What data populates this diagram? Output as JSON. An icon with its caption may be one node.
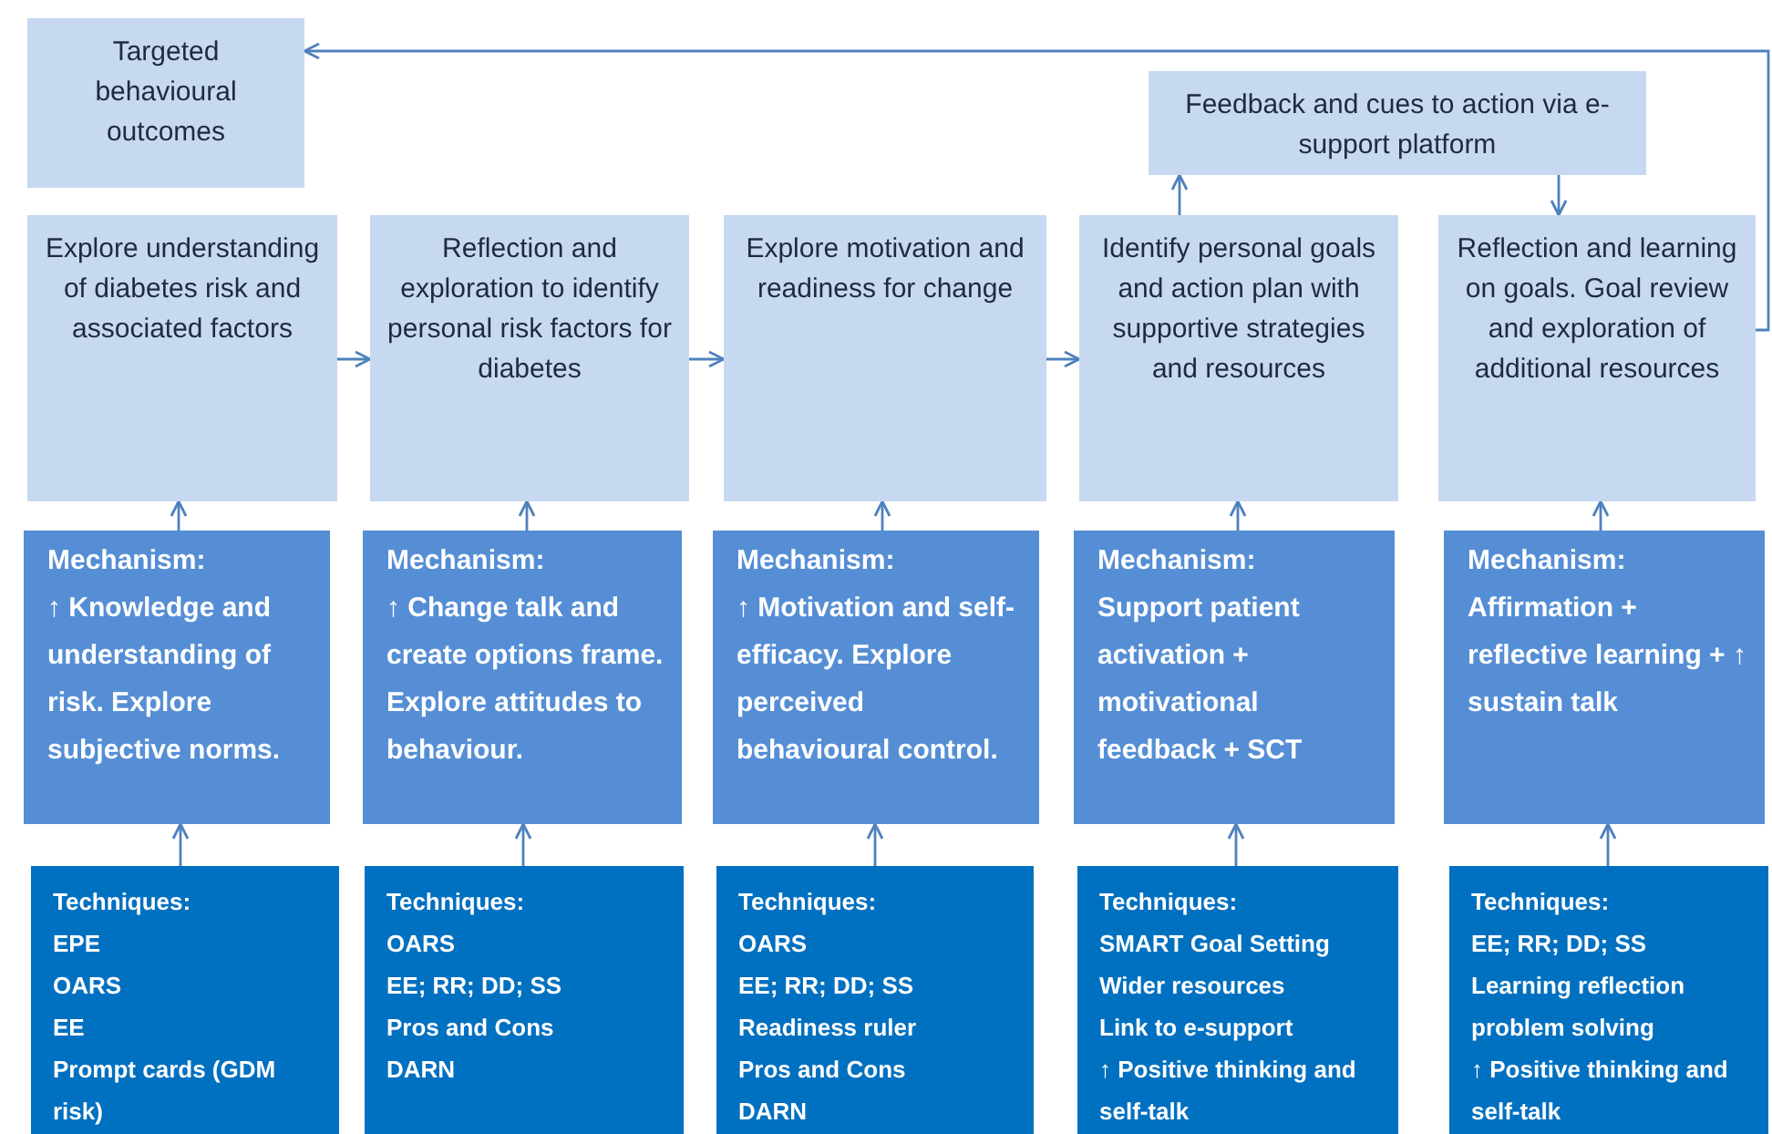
{
  "diagram": {
    "nodes": [
      {
        "text": [
          "Targeted behavioural outcomes"
        ]
      },
      {
        "text": [
          "Feedback and cues to action via e-support platform"
        ]
      },
      {
        "text": [
          "Explore understanding of diabetes risk and associated factors"
        ]
      },
      {
        "text": [
          "Reflection and exploration to identify personal risk factors for diabetes"
        ]
      },
      {
        "text": [
          "Explore motivation and readiness for change"
        ]
      },
      {
        "text": [
          "Identify personal goals and action plan with supportive strategies and resources"
        ]
      },
      {
        "text": [
          "Reflection and learning on goals. Goal review and exploration of additional resources"
        ]
      },
      {
        "text": [
          "Mechanism:",
          "↑ Knowledge and understanding of risk. Explore subjective norms."
        ]
      },
      {
        "text": [
          "Mechanism:",
          "↑ Change talk and create options frame. Explore attitudes to behaviour."
        ]
      },
      {
        "text": [
          "Mechanism:",
          "↑ Motivation and self-efficacy. Explore perceived behavioural control."
        ]
      },
      {
        "text": [
          "Mechanism:",
          "Support patient activation + motivational feedback + SCT"
        ]
      },
      {
        "text": [
          "Mechanism:",
          "Affirmation + reflective learning + ↑ sustain talk"
        ]
      },
      {
        "text": [
          "Techniques:",
          "EPE",
          "OARS",
          "EE",
          "Prompt cards (GDM risk)"
        ]
      },
      {
        "text": [
          "Techniques:",
          "OARS",
          "EE; RR; DD; SS",
          "Pros and Cons",
          "DARN"
        ]
      },
      {
        "text": [
          "Techniques:",
          "OARS",
          "EE; RR; DD; SS",
          "Readiness ruler",
          "Pros and Cons",
          "DARN"
        ]
      },
      {
        "text": [
          "Techniques:",
          "SMART Goal Setting",
          "Wider resources",
          "Link to e-support",
          "↑ Positive thinking and self-talk"
        ]
      },
      {
        "text": [
          "Techniques:",
          "EE; RR; DD; SS",
          "Learning reflection problem solving",
          "↑ Positive thinking and self-talk"
        ]
      }
    ],
    "edges": [
      {
        "from": 2,
        "to": 3,
        "arrow": "to"
      },
      {
        "from": 3,
        "to": 4,
        "arrow": "to"
      },
      {
        "from": 4,
        "to": 5,
        "arrow": "to"
      },
      {
        "from": 5,
        "to": 1,
        "arrow": "to"
      },
      {
        "from": 1,
        "to": 6,
        "arrow": "to"
      },
      {
        "from": 6,
        "to": 0,
        "arrow": "to"
      },
      {
        "from": 12,
        "to": 7,
        "arrow": "to"
      },
      {
        "from": 13,
        "to": 8,
        "arrow": "to"
      },
      {
        "from": 14,
        "to": 9,
        "arrow": "to"
      },
      {
        "from": 15,
        "to": 10,
        "arrow": "to"
      },
      {
        "from": 16,
        "to": 11,
        "arrow": "to"
      },
      {
        "from": 7,
        "to": 2,
        "arrow": "to"
      },
      {
        "from": 8,
        "to": 3,
        "arrow": "to"
      },
      {
        "from": 9,
        "to": 4,
        "arrow": "to"
      },
      {
        "from": 10,
        "to": 5,
        "arrow": "to"
      },
      {
        "from": 11,
        "to": 6,
        "arrow": "to"
      }
    ]
  }
}
